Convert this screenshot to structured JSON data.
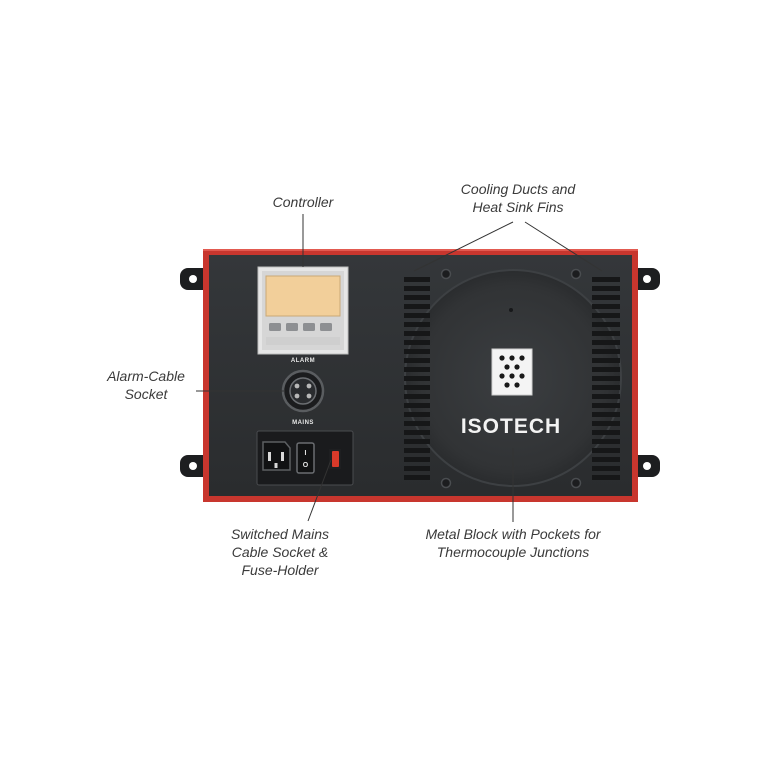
{
  "callouts": {
    "controller": "Controller",
    "cooling": [
      "Cooling Ducts and",
      "Heat Sink Fins"
    ],
    "alarm": [
      "Alarm-Cable",
      "Socket"
    ],
    "mains": [
      "Switched Mains",
      "Cable Socket &",
      "Fuse-Holder"
    ],
    "block": [
      "Metal Block with Pockets for",
      "Thermocouple Junctions"
    ]
  },
  "panel": {
    "alarm_label": "ALARM",
    "mains_label": "MAINS",
    "brand": "ISOTECH",
    "switch_on": "I",
    "switch_off": "O"
  },
  "colors": {
    "housing": "#c8362e",
    "panel": "#2f3133",
    "display": "#f2cf9a",
    "fuse": "#d83a2a"
  }
}
